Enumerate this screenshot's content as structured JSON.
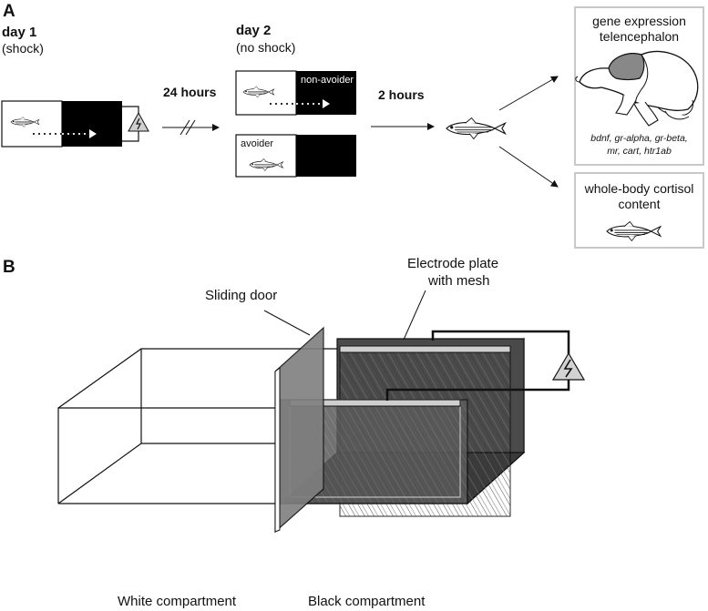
{
  "panel_a": {
    "letter": "A",
    "day1": {
      "title": "day 1",
      "subtitle": "(shock)"
    },
    "interval1": "24 hours",
    "day2": {
      "title": "day 2",
      "subtitle": "(no shock)",
      "non_avoider_label": "non-avoider",
      "avoider_label": "avoider"
    },
    "interval2": "2 hours",
    "gene_box": {
      "title_line1": "gene expression",
      "title_line2": "telencephalon",
      "genes_line1": "bdnf, gr-alpha, gr-beta,",
      "genes_line2": "mr, cart, htr1ab"
    },
    "cortisol_box": {
      "line1": "whole-body cortisol",
      "line2": "content"
    }
  },
  "panel_b": {
    "letter": "B",
    "sliding_door": "Sliding door",
    "electrode_line1": "Electrode plate",
    "electrode_line2": "with mesh",
    "white_compartment": "White compartment",
    "black_compartment": "Black compartment"
  },
  "colors": {
    "line": "#111111",
    "black_box": "#000000",
    "outline_grey": "#c8c8c8",
    "tank_dark": "#333333",
    "plate_grey": "#aaaaaa"
  },
  "icons": [
    "zebrafish-icon",
    "shock-generator-icon",
    "brain-icon",
    "dotted-arrow-icon"
  ]
}
